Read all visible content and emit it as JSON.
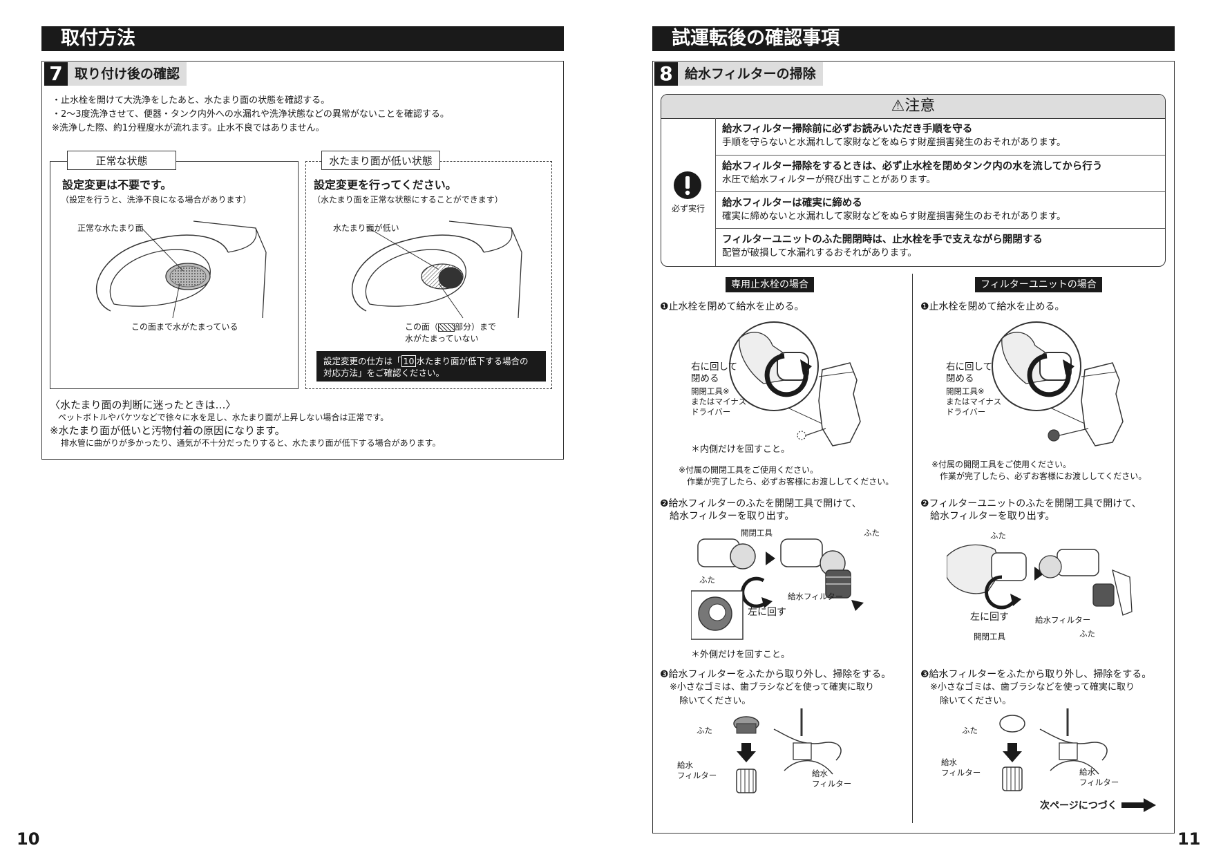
{
  "left": {
    "header": "取付方法",
    "step": {
      "num": "7",
      "title": "取り付け後の確認"
    },
    "intro": [
      "・止水栓を開けて大洗浄をしたあと、水たまり面の状態を確認する。",
      "・2～3度洗浄させて、便器・タンク内外への水漏れや洗浄状態などの異常がないことを確認する。",
      "※洗浄した際、約1分程度水が流れます。止水不良ではありません。"
    ],
    "normal": {
      "label": "正常な状態",
      "title": "設定変更は不要です。",
      "note": "（設定を行うと、洗浄不良になる場合があります）",
      "callout_top": "正常な水たまり面",
      "callout_bottom": "この面まで水がたまっている"
    },
    "low": {
      "label": "水たまり面が低い状態",
      "title": "設定変更を行ってください。",
      "note": "（水たまり面を正常な状態にすることができます）",
      "callout_top": "水たまり面が低い",
      "callout_bottom_1": "この面（",
      "callout_bottom_2": "部分）まで",
      "callout_bottom_3": "水がたまっていない",
      "box_1a": "設定変更の仕方は「",
      "box_num": "10",
      "box_1b": "水たまり面が低下する場合の",
      "box_2": "対応方法」をご確認ください。"
    },
    "footer": {
      "line1": "〈水たまり面の判断に迷ったときは…〉",
      "line2": "ペットボトルやバケツなどで徐々に水を足し、水たまり面が上昇しない場合は正常です。",
      "line3": "※水たまり面が低いと汚物付着の原因になります。",
      "line4": "排水管に曲がりが多かったり、通気が不十分だったりすると、水たまり面が低下する場合があります。"
    },
    "page_number": "10"
  },
  "right": {
    "header": "試運転後の確認事項",
    "step": {
      "num": "8",
      "title": "給水フィルターの掃除"
    },
    "caution": {
      "title": "注意",
      "must_label": "必ず実行",
      "rows": [
        {
          "bold": "給水フィルター掃除前に必ずお読みいただき手順を守る",
          "normal": "手順を守らないと水漏れして家財などをぬらす財産損害発生のおそれがあります。"
        },
        {
          "bold": "給水フィルター掃除をするときは、必ず止水栓を閉めタンク内の水を流してから行う",
          "normal": "水圧で給水フィルターが飛び出すことがあります。"
        },
        {
          "bold": "給水フィルターは確実に締める",
          "normal": "確実に締めないと水漏れして家財などをぬらす財産損害発生のおそれがあります。"
        },
        {
          "bold": "フィルターユニットのふた開閉時は、止水栓を手で支えながら開閉する",
          "normal": "配管が破損して水漏れするおそれがあります。"
        }
      ]
    },
    "colA": {
      "tag": "専用止水栓の場合",
      "s1": "❶止水栓を閉めて給水を止める。",
      "s1_l1": "右に回して",
      "s1_l2": "閉める",
      "s1_l3": "開閉工具※",
      "s1_l4": "またはマイナス",
      "s1_l5": "ドライバー",
      "s1_inner": "＊内側だけを回すこと。",
      "s1_note1": "※付属の開閉工具をご使用ください。",
      "s1_note2": "作業が完了したら、必ずお客様にお渡ししてください。",
      "s2_1": "❷給水フィルターのふたを開閉工具で開けて、",
      "s2_2": "給水フィルターを取り出す。",
      "s2_tool": "開閉工具",
      "s2_lid": "ふた",
      "s2_lid2": "ふた",
      "s2_filter": "給水フィルター",
      "s2_left": "左に回す",
      "s2_outer": "＊外側だけを回すこと。",
      "s3": "❸給水フィルターをふたから取り外し、掃除をする。",
      "s3_n1": "※小さなゴミは、歯ブラシなどを使って確実に取り",
      "s3_n2": "除いてください。",
      "s3_lid": "ふた",
      "s3_f1": "給水",
      "s3_f2": "フィルター",
      "s3_f3": "給水",
      "s3_f4": "フィルター"
    },
    "colB": {
      "tag": "フィルターユニットの場合",
      "s1": "❶止水栓を閉めて給水を止める。",
      "s1_l1": "右に回して",
      "s1_l2": "閉める",
      "s1_l3": "開閉工具※",
      "s1_l4": "またはマイナス",
      "s1_l5": "ドライバー",
      "s1_note1": "※付属の開閉工具をご使用ください。",
      "s1_note2": "作業が完了したら、必ずお客様にお渡ししてください。",
      "s2_1": "❷フィルターユニットのふたを開閉工具で開けて、",
      "s2_2": "給水フィルターを取り出す。",
      "s2_lid": "ふた",
      "s2_left": "左に回す",
      "s2_tool": "開閉工具",
      "s2_filter": "給水フィルター",
      "s2_lid2": "ふた",
      "s3": "❸給水フィルターをふたから取り外し、掃除をする。",
      "s3_n1": "※小さなゴミは、歯ブラシなどを使って確実に取り",
      "s3_n2": "除いてください。",
      "s3_lid": "ふた",
      "s3_f1": "給水",
      "s3_f2": "フィルター",
      "s3_f3": "給水",
      "s3_f4": "フィルター"
    },
    "continue": "次ページにつづく",
    "page_number": "11"
  }
}
